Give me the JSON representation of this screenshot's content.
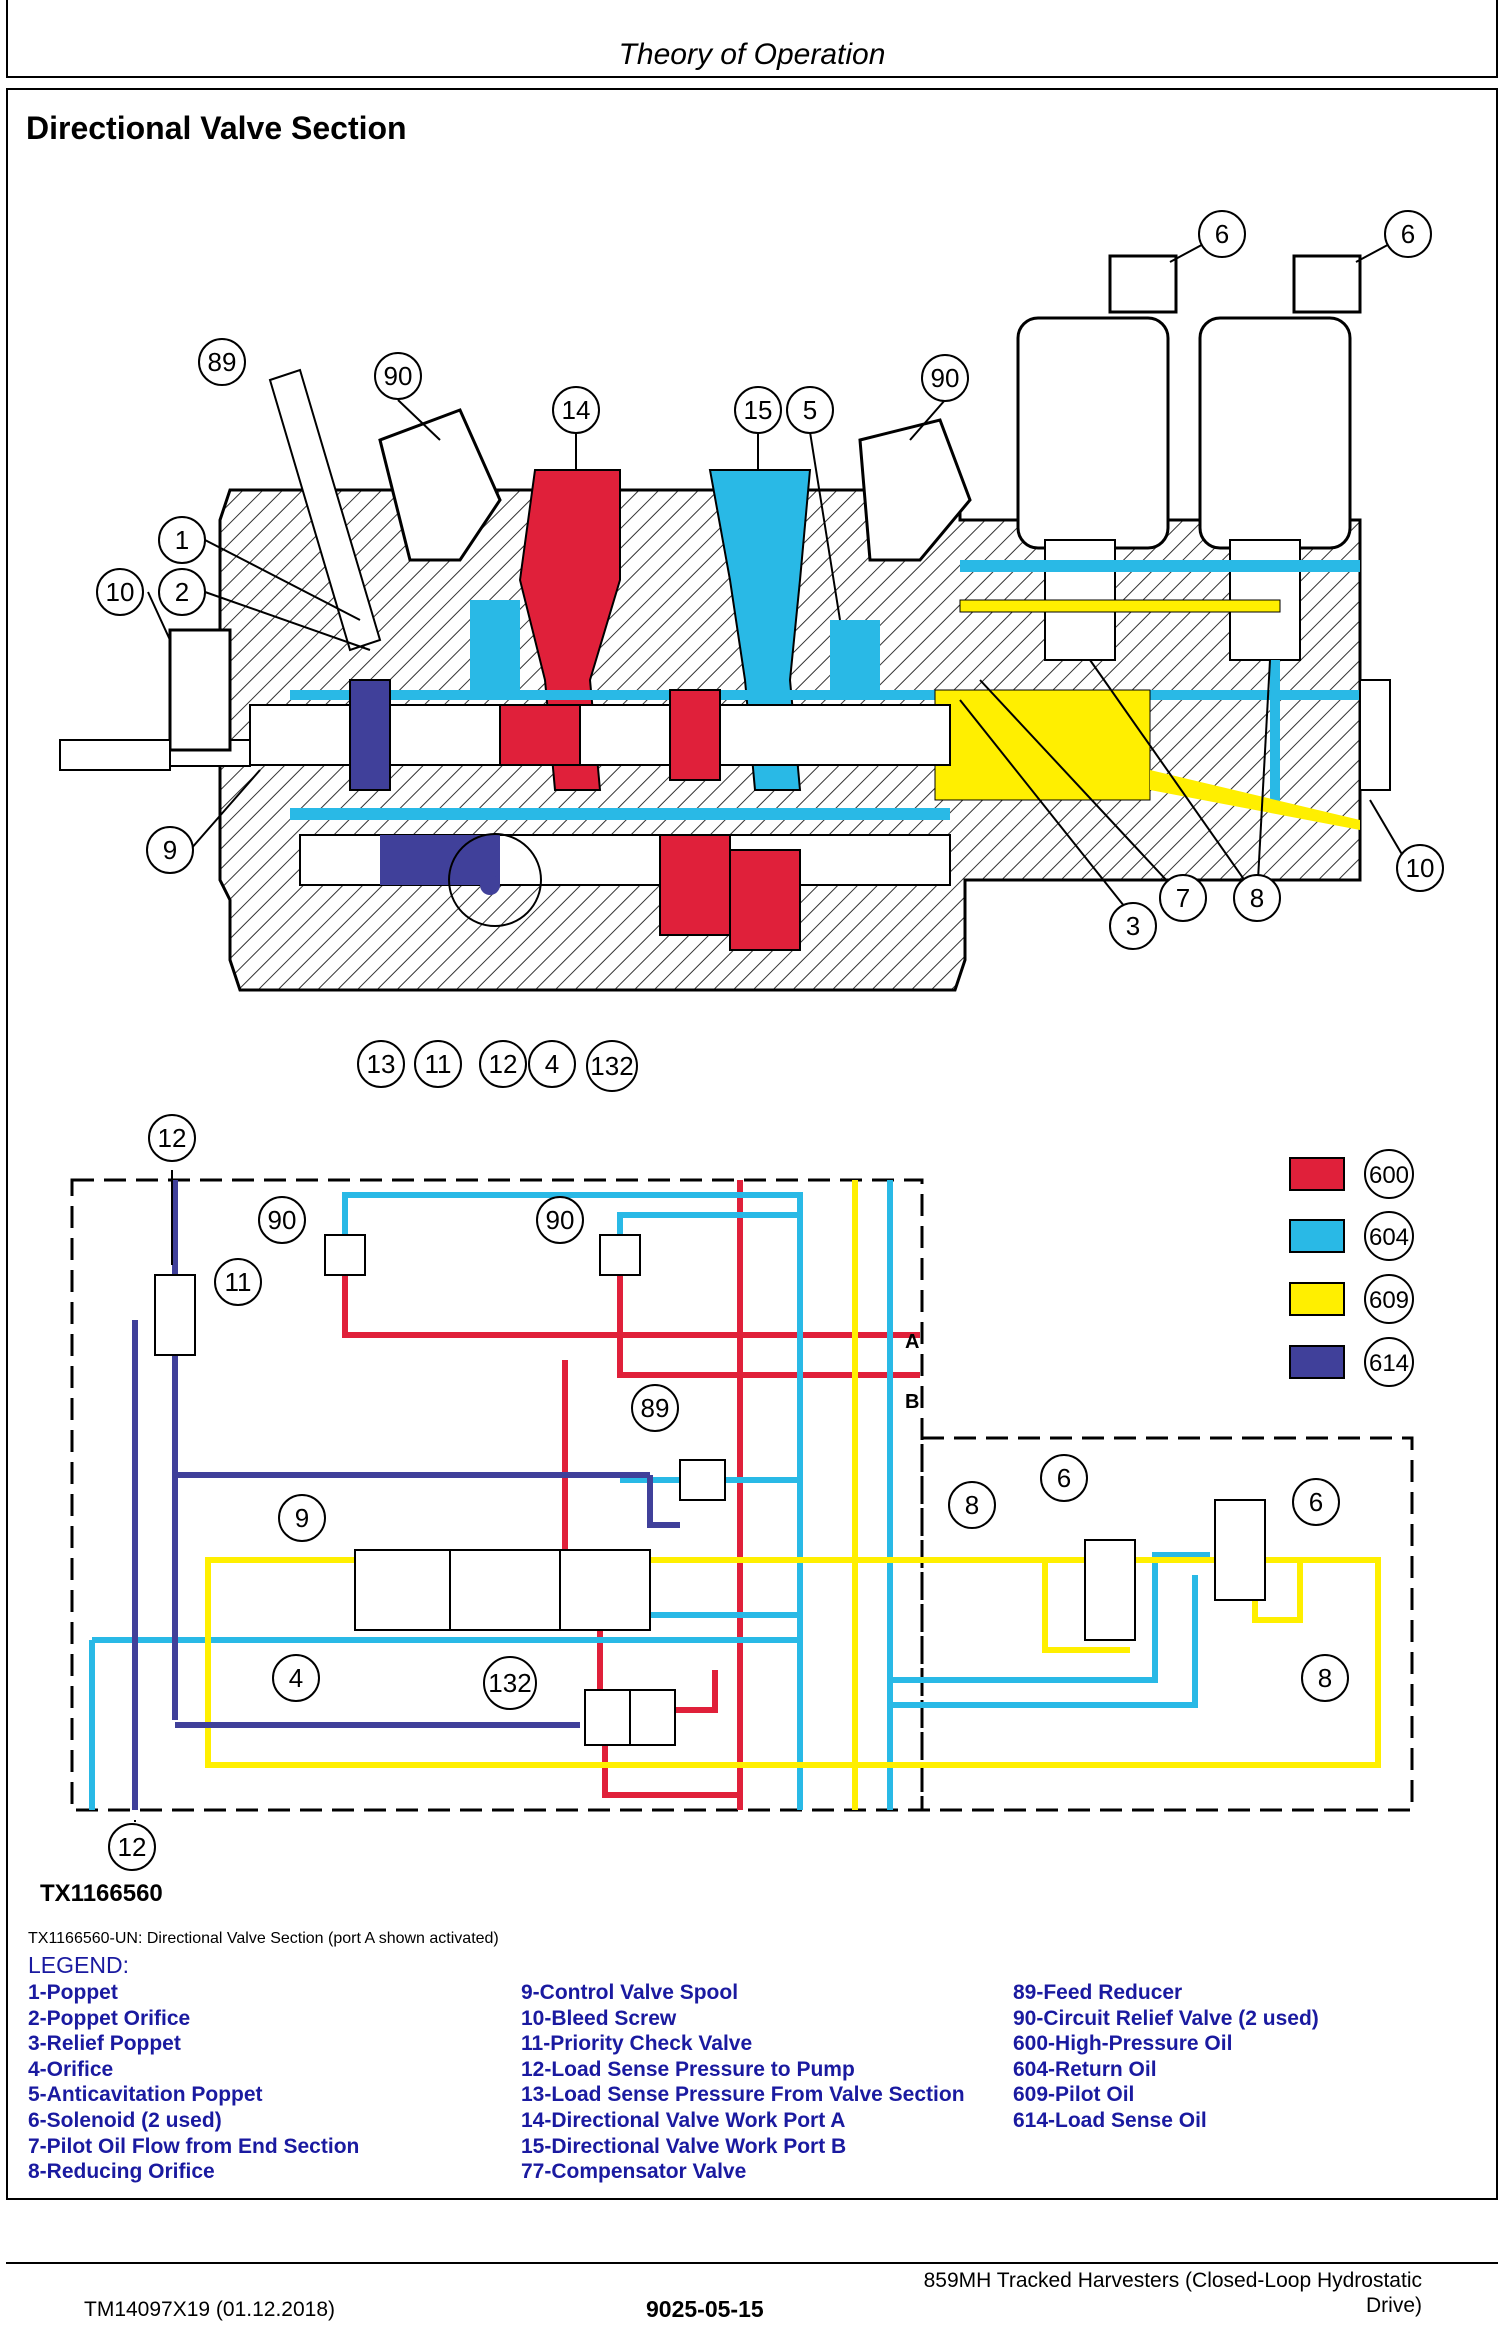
{
  "header": {
    "title": "Theory of Operation"
  },
  "section_title": "Directional Valve Section",
  "callouts": {
    "c6": "6",
    "c89": "89",
    "c90": "90",
    "c14": "14",
    "c15": "15",
    "c5": "5",
    "c1": "1",
    "c2": "2",
    "c10": "10",
    "c9": "9",
    "c3": "3",
    "c7": "7",
    "c8": "8",
    "c13": "13",
    "c11": "11",
    "c12": "12",
    "c4": "4",
    "c132": "132"
  },
  "schematic": {
    "port_a": "A",
    "port_b": "B"
  },
  "color_key": [
    {
      "code": "600",
      "color": "#e0203a"
    },
    {
      "code": "604",
      "color": "#29b9e6"
    },
    {
      "code": "609",
      "color": "#ffef00"
    },
    {
      "code": "614",
      "color": "#40409a"
    }
  ],
  "figure_id": "TX1166560",
  "caption": "TX1166560-UN: Directional Valve Section (port A shown activated)",
  "legend": {
    "title": "LEGEND:",
    "col1": [
      "1-Poppet",
      "2-Poppet Orifice",
      "3-Relief Poppet",
      "4-Orifice",
      "5-Anticavitation Poppet",
      "6-Solenoid (2 used)",
      "7-Pilot Oil Flow from End Section",
      "8-Reducing Orifice"
    ],
    "col2": [
      "9-Control Valve Spool",
      "10-Bleed Screw",
      "11-Priority Check Valve",
      "12-Load Sense Pressure to Pump",
      "13-Load Sense Pressure From Valve Section",
      "14-Directional Valve Work Port A",
      "15-Directional Valve Work Port B",
      "77-Compensator Valve"
    ],
    "col3": [
      "89-Feed Reducer",
      "90-Circuit Relief Valve (2 used)",
      "600-High-Pressure Oil",
      "604-Return Oil",
      "609-Pilot Oil",
      "614-Load Sense Oil"
    ]
  },
  "footer": {
    "doc": "TM14097X19 (01.12.2018)",
    "page": "9025-05-15",
    "machine_line1": "859MH Tracked Harvesters (Closed-Loop Hydrostatic",
    "machine_line2": "Drive)"
  }
}
